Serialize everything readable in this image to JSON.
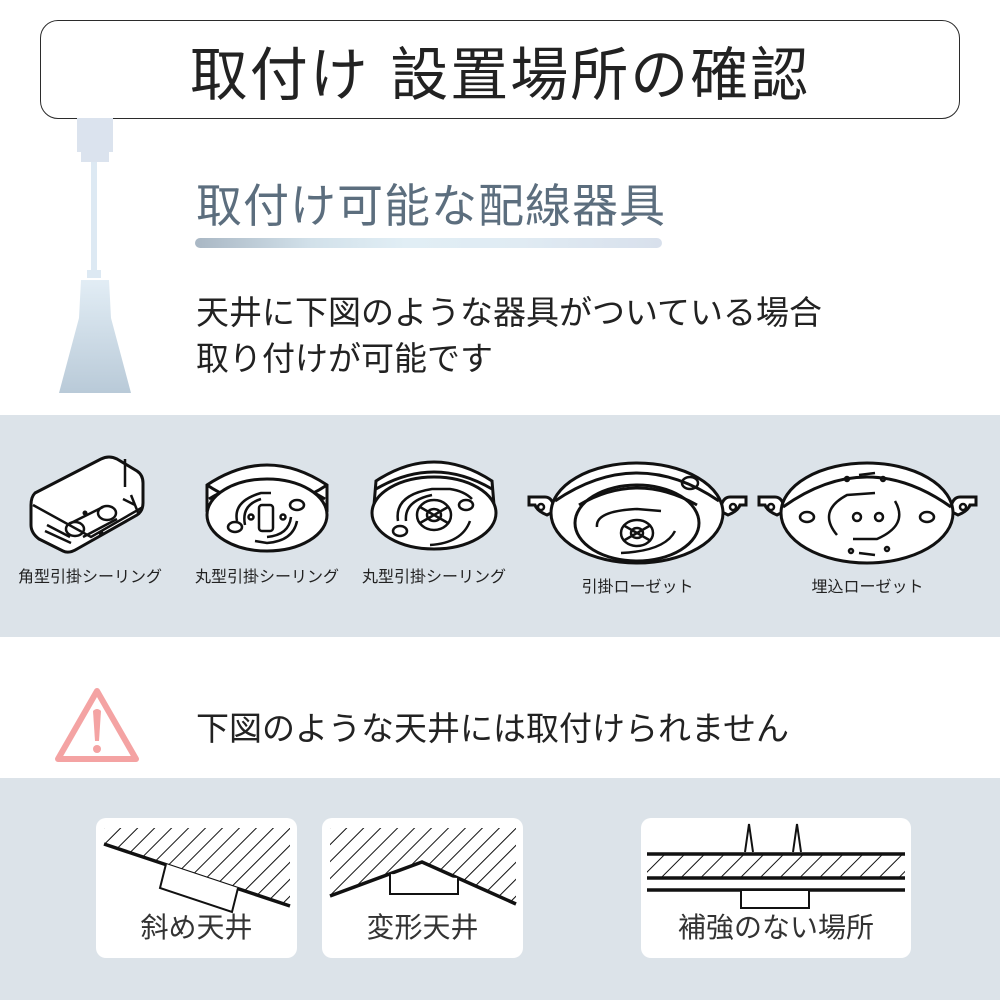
{
  "header": {
    "title": "取付け 設置場所の確認"
  },
  "section_ok": {
    "subtitle": "取付け可能な配線器具",
    "description_lines": [
      "天井に下図のような器具がついている場合",
      "取り付けが可能です"
    ],
    "fixtures": [
      {
        "label": "角型引掛シーリング",
        "icon": "square-ceiling-hook-icon"
      },
      {
        "label": "丸型引掛シーリング",
        "icon": "round-ceiling-hook-icon"
      },
      {
        "label": "丸型引掛シーリング",
        "icon": "round-ceiling-hook-cross-icon"
      },
      {
        "label": "引掛ローゼット",
        "icon": "hook-rosette-icon"
      },
      {
        "label": "埋込ローゼット",
        "icon": "embedded-rosette-icon"
      }
    ]
  },
  "section_ng": {
    "warning_text": "下図のような天井には取付けられません",
    "warning_icon": "warning-triangle-icon",
    "cases": [
      {
        "label": "斜め天井",
        "icon": "sloped-ceiling-icon"
      },
      {
        "label": "変形天井",
        "icon": "irregular-ceiling-icon"
      },
      {
        "label": "補強のない場所",
        "icon": "unreinforced-ceiling-icon"
      }
    ]
  },
  "colors": {
    "band_bg": "#dce3e9",
    "subtitle": "#5c6e7e",
    "warning": "#f4a3a3",
    "lamp": "#dbe7f1"
  }
}
